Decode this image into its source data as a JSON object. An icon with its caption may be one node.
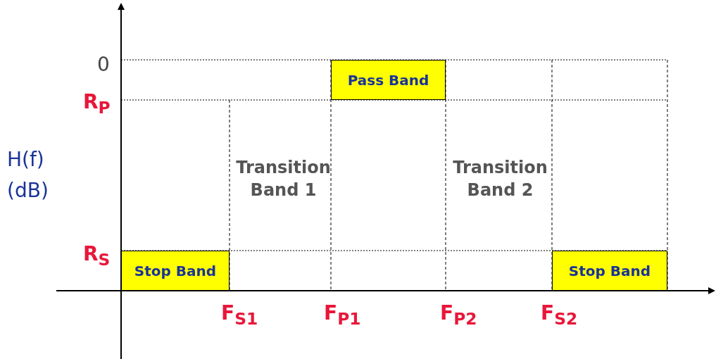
{
  "diagram": {
    "nodes": [
      {
        "text": [
          "Pass Band"
        ]
      },
      {
        "text": [
          "Stop Band"
        ]
      },
      {
        "text": [
          "Stop Band"
        ]
      }
    ],
    "edges": [],
    "labels": [
      "0",
      "R$_{P}$",
      "H(f) (dB)",
      "Transition Band 1",
      "Transition Band 2",
      "R$_{S}$",
      "F$_{S1}$",
      "F$_{P1}$",
      "F$_{P2}$",
      "F$_{S2}$"
    ]
  }
}
